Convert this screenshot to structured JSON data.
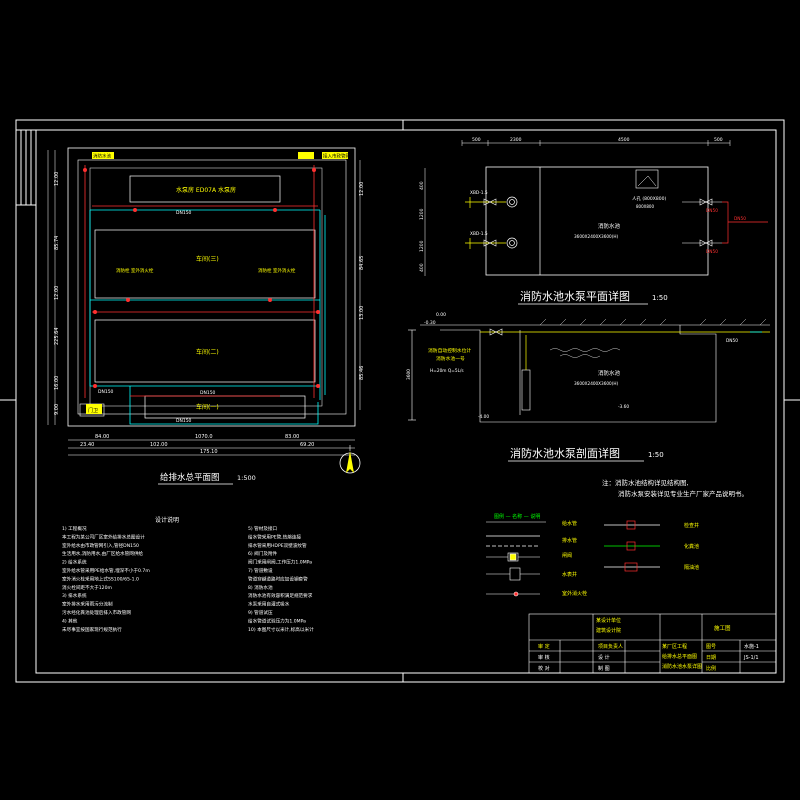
{
  "colors": {
    "background": "#000000",
    "frame": "#ffffff",
    "water_supply": "#00ffff",
    "drain": "#ff3030",
    "label": "#ffff00",
    "hatch": "#00ff00",
    "room": "#ff00ff"
  },
  "site_plan": {
    "title": "给排水总平面图",
    "scale": "1:500",
    "rooms": {
      "top": "水泵房 ED07A 水泵房",
      "upper": "车间(三)",
      "middle": "车间(二)",
      "lower": "车间(一)",
      "guard": "门卫"
    },
    "labels": {
      "tl_tag": "消防水池",
      "tr_tag": "接入市政管网",
      "pipe_a": "DN150",
      "pipe_b": "DN150",
      "pipe_c": "DN150",
      "pipe_d": "DN150",
      "upper_left": "消防栓 室外消火栓",
      "upper_right": "消防栓 室外消火栓",
      "lower_center": "DN150"
    },
    "dims": {
      "bottom_1": "84.00",
      "bottom_2": "1070.0",
      "bottom_3": "83.00",
      "bottom_total": "175.10",
      "bottom_mid": "102.00",
      "bottom_left": "23.40",
      "bottom_right": "69.20",
      "left_1": "12.00",
      "left_2": "85.74",
      "left_3": "12.00",
      "left_4": "225.64",
      "left_5": "16.00",
      "left_6": "9.00",
      "right_1": "12.00",
      "right_2": "84.65",
      "right_3": "13.00",
      "right_4": "85.46"
    }
  },
  "pump_plan": {
    "title": "消防水池水泵平面详图",
    "scale": "1:50",
    "tank_label": "消防水池",
    "tank_spec": "3600X2400X3600(H)",
    "hatch_label": "人孔 (800X800)",
    "hatch_spec": "800X800",
    "pump_1": "XBD-1.5",
    "pump_2": "XBD-1.5",
    "out_1": "DN50",
    "out_2": "DN50",
    "out_3": "DN50",
    "dims_top": [
      "500",
      "2300",
      "4500",
      "500"
    ],
    "dims_left": [
      "400",
      "1200",
      "1200",
      "400"
    ]
  },
  "pump_section": {
    "title": "消防水池水泵剖面详图",
    "scale": "1:50",
    "top_level": "0.00",
    "top_left": "-0.30",
    "left_note_1": "消防自动控制水位计",
    "left_note_2": "消防水池一号",
    "left_note_3": "H=20m Q=5L/s",
    "tank_label": "消防水池",
    "tank_spec": "3600X2400X3600(H)",
    "bottom_left": "-4.00",
    "bottom_mid": "-3.60",
    "out_label": "DN50",
    "dim_left": "3600"
  },
  "notes": {
    "line1": "注：消防水池结构详见结构图,",
    "line2": "消防水泵安装详见专业生产厂家产品说明书。"
  },
  "design_notes": {
    "title": "设计说明",
    "left": [
      "1) 工程概况",
      "   本工程为某公司厂区室外给排水总图设计",
      "   室外给水由市政管网引入,管径DN150",
      "   生活用水,消防用水,由厂区给水管网供给",
      "2) 给水系统",
      "   室外给水管采用PE给水管,埋深不小于0.7m",
      "   室外消火栓采用地上式SS100/65-1.0",
      "   消火栓间距不大于120m",
      "3) 排水系统",
      "   室外排水采用雨污分流制",
      "   污水经化粪池处理后排入市政管网",
      "4) 其他",
      "   未尽事宜按国家现行规范执行"
    ],
    "right": [
      "5) 管材及接口",
      "   给水管采用PE管,热熔连接",
      "   排水管采用HDPE双壁波纹管",
      "6) 阀门及附件",
      "   阀门采用闸阀,工作压力1.0MPa",
      "7) 管道敷设",
      "   管道穿越道路时应加设钢套管",
      "8) 消防水池",
      "   消防水池有效容积满足规范要求",
      "   水泵采用自灌式吸水",
      "9) 管道试压",
      "   给水管道试验压力为1.0MPa",
      "10) 本图尺寸以米计,标高以米计"
    ]
  },
  "legend": {
    "header": "图例 — 名称 — 说明",
    "items": [
      {
        "symbol": "给水管",
        "name": "给水管"
      },
      {
        "symbol": "排水管",
        "name": "排水管"
      },
      {
        "symbol": "闸阀",
        "name": "闸阀"
      },
      {
        "symbol": "水表井",
        "name": "水表井"
      },
      {
        "symbol": "室外消火栓",
        "name": "室外消火栓"
      }
    ],
    "right_items": [
      {
        "name": "检查井"
      },
      {
        "name": "化粪池"
      },
      {
        "name": "隔油池"
      }
    ]
  },
  "title_block": {
    "company_1": "某设计单位",
    "company_2": "建筑设计院",
    "project": "某厂区工程",
    "drawing_1": "给排水总平面图",
    "drawing_2": "消防水池水泵详图",
    "row_1": [
      "审 定",
      "项目负责人"
    ],
    "row_2": [
      "审 核",
      "设 计"
    ],
    "row_3": [
      "校 对",
      "制 图"
    ],
    "stage": "施工图",
    "number_label": "图号",
    "number": "水施-1",
    "date": "日期",
    "ratio": "比例",
    "code": "JS-1/1"
  }
}
